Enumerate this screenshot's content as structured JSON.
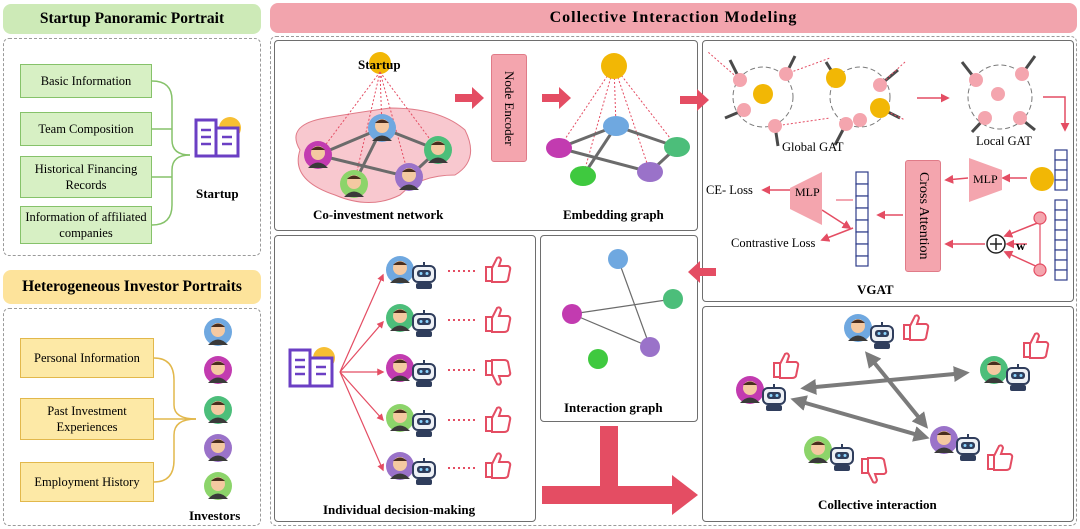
{
  "startup_portrait": {
    "title": "Startup Panoramic Portrait",
    "items": [
      "Basic Information",
      "Team Composition",
      "Historical Financing Records",
      "Information of affiliated companies"
    ],
    "icon_label": "Startup"
  },
  "investor_portrait": {
    "title": "Heterogeneous Investor Portraits",
    "items": [
      "Personal Information",
      "Past Investment Experiences",
      "Employment History"
    ],
    "icon_label": "Investors"
  },
  "collective": {
    "title": "Collective Interaction Modeling",
    "co_investment": {
      "startup_label": "Startup",
      "caption": "Co-investment network"
    },
    "node_encoder": "Node Encoder",
    "embedding_caption": "Embedding graph",
    "vgat": {
      "global_label": "Global GAT",
      "local_label": "Local GAT",
      "mlp_left": "MLP",
      "mlp_right": "MLP",
      "cross_attention": "Cross Attention",
      "ce_loss": "CE- Loss",
      "contrastive_loss": "Contrastive Loss",
      "w_label": "w",
      "plus": "⊕",
      "caption": "VGAT"
    },
    "individual_caption": "Individual decision-making",
    "interaction_caption": "Interaction graph",
    "collective_caption": "Collective interaction"
  },
  "colors": {
    "pink": "#f4a5ae",
    "arrow_red": "#e44d63",
    "green_fill": "#d7f0c4",
    "yellow_fill": "#fde9a6",
    "blue_node": "#6fa8e0",
    "green_node": "#4cbe7a",
    "purple_node": "#9a72c9",
    "magenta_node": "#c23bb0",
    "yellow_node": "#f2b705"
  }
}
